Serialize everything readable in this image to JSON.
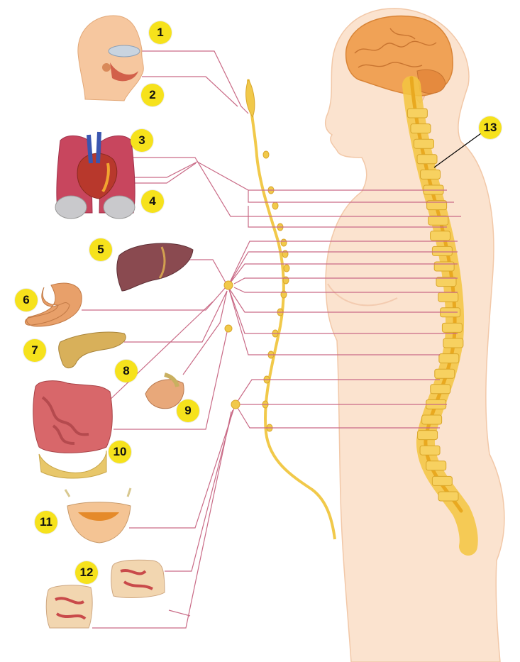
{
  "colors": {
    "badge": "#f6e21c",
    "nerve_line": "#c96a86",
    "ganglion": "#f1c94a",
    "skin": "#fbe3cf",
    "skin_shadow": "#f6cfb2",
    "spine": "#f3c540",
    "brain": "#f0a256",
    "organ_red": "#c94a4a",
    "organ_pink": "#d98a8a"
  },
  "labels": [
    {
      "id": "1",
      "text": "1"
    },
    {
      "id": "2",
      "text": "2"
    },
    {
      "id": "3",
      "text": "3"
    },
    {
      "id": "4",
      "text": "4"
    },
    {
      "id": "5",
      "text": "5"
    },
    {
      "id": "6",
      "text": "6"
    },
    {
      "id": "7",
      "text": "7"
    },
    {
      "id": "8",
      "text": "8"
    },
    {
      "id": "9",
      "text": "9"
    },
    {
      "id": "10",
      "text": "10"
    },
    {
      "id": "11",
      "text": "11"
    },
    {
      "id": "12",
      "text": "12"
    },
    {
      "id": "13",
      "text": "13"
    }
  ]
}
